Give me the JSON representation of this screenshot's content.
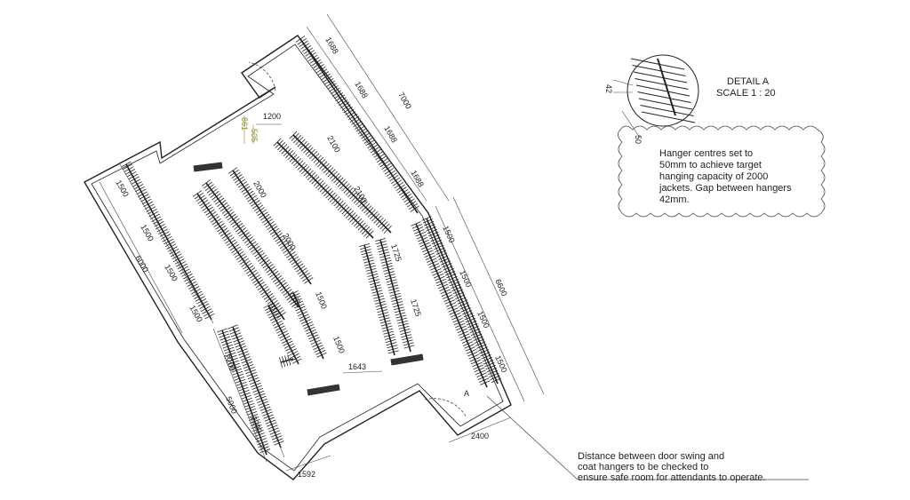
{
  "detail": {
    "title": "DETAIL A",
    "scale": "SCALE 1 : 20",
    "dim_gap": "42",
    "dim_centre": "50",
    "marker": "A"
  },
  "notes": {
    "hanger_lines": [
      "Hanger centres set to",
      "50mm to achieve target",
      "hanging capacity of 2000",
      "jackets. Gap between hangers",
      "42mm."
    ],
    "door_lines": [
      "Distance between door swing and",
      "coat hangers to be checked to",
      "ensure safe room for attendants to operate."
    ]
  },
  "dims": {
    "top_right": [
      "1688",
      "1688",
      "1688",
      "1688"
    ],
    "top_right_total": "7000",
    "right_group": [
      "1500",
      "1500",
      "1500",
      "1500"
    ],
    "right_total": "6600",
    "left_group": [
      "1500",
      "1500",
      "1500",
      "1500"
    ],
    "left_total": "6000",
    "lower_left": [
      "2200",
      "2200"
    ],
    "lower_left_total": "5000",
    "mid_a": [
      "2000",
      "2000"
    ],
    "mid_b": [
      "2100",
      "2100"
    ],
    "mid_c": [
      "1725",
      "1725"
    ],
    "mid_d": [
      "1500",
      "1500"
    ],
    "top_small": "1200",
    "green_a": "861",
    "green_b": "505",
    "gap_1643": "1643",
    "bottom_2400": "2400",
    "bottom_1592": "1592"
  },
  "colors": {
    "line": "#222222",
    "accent": "#8a8a2a"
  }
}
